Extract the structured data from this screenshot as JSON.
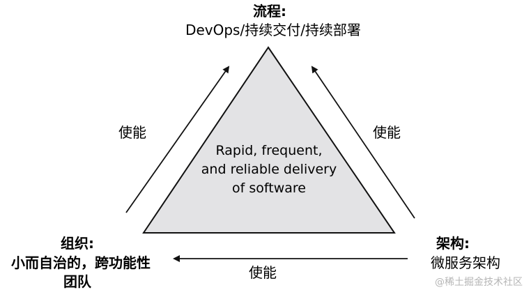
{
  "top_node": {
    "title": "流程:",
    "subtitle": "DevOps/持续交付/持续部署"
  },
  "left_node": {
    "title": "组织:",
    "line1": "小而自治的，跨功能性",
    "line2": "团队"
  },
  "right_node": {
    "title": "架构:",
    "subtitle": "微服务架构"
  },
  "center": {
    "line1": "Rapid, frequent,",
    "line2": "and reliable delivery",
    "line3": "of software"
  },
  "arrows": {
    "left_label": "使能",
    "right_label": "使能",
    "bottom_label": "使能"
  },
  "watermark": "@稀土掘金技术社区",
  "colors": {
    "triangle_fill": "#e3e3e5",
    "stroke": "#111111",
    "watermark": "#b5b5b5"
  }
}
